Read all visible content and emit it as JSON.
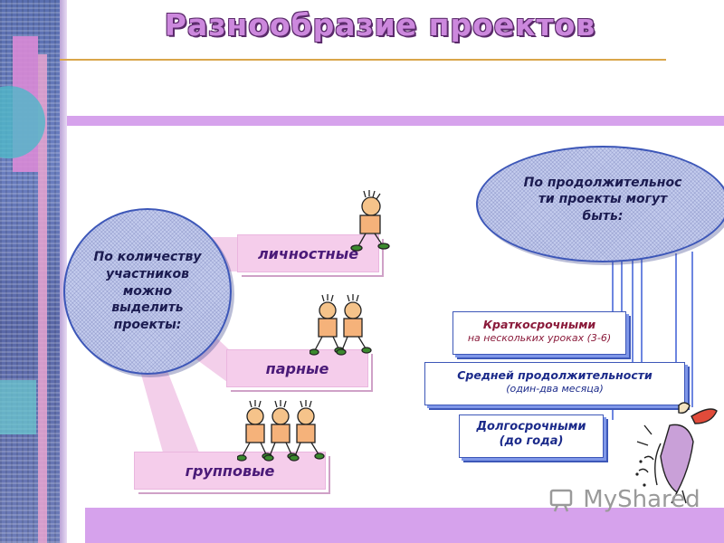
{
  "slide": {
    "title": "Разнообразие проектов"
  },
  "participants": {
    "question": "По количеству участников можно выделить проекты:",
    "types": [
      {
        "label": "личностные",
        "people": 1
      },
      {
        "label": "парные",
        "people": 2
      },
      {
        "label": "групповые",
        "people": 3
      }
    ]
  },
  "duration": {
    "question": "По продолжительнос ти проекты могут быть:",
    "short": {
      "title": "Краткосрочными",
      "detail": "на нескольких уроках (3-6)"
    },
    "medium": {
      "title": "Средней продолжительности",
      "detail": "(один-два месяца)"
    },
    "long": {
      "title": "Долгосрочными",
      "detail": "(до года)"
    }
  },
  "watermark": {
    "text": "MyShared"
  },
  "colors": {
    "title_fill": "#cc88dd",
    "title_outline": "#5a2a6a",
    "band": "#d6a2ec",
    "oval_fill": "#c5cdee",
    "oval_border": "#3d57b8",
    "pink_label": "#f5cdeb",
    "box_border": "#3d57b8"
  },
  "icons": {
    "person": "cartoon-person-icon",
    "musician": "musician-figure-icon",
    "watermark": "myshared-logo-icon"
  }
}
